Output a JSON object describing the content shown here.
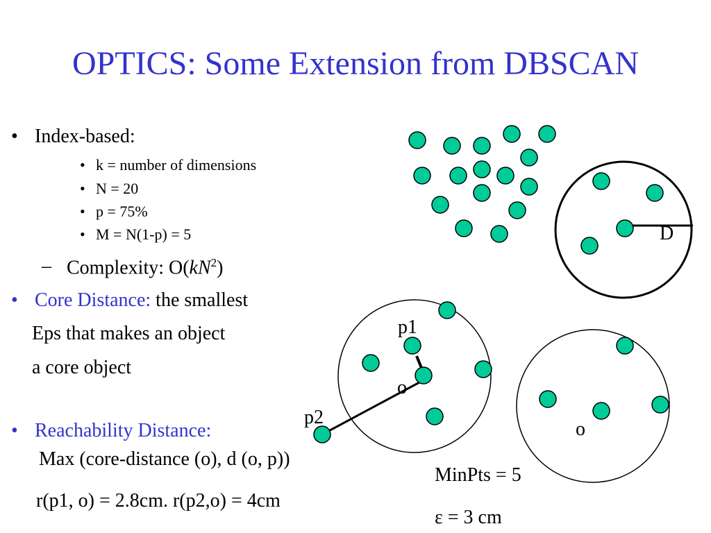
{
  "slide": {
    "title": "OPTICS: Some Extension from DBSCAN",
    "bullet1": "Index-based:",
    "sub": [
      "k = number of dimensions",
      "N = 20",
      "p = 75%",
      "M = N(1-p) = 5"
    ],
    "complexity_prefix": "Complexity:  O(",
    "complexity_k": "k",
    "complexity_n": "N",
    "complexity_exp": "2",
    "complexity_suffix": ")",
    "core_label": "Core Distance:",
    "core_text1": "the smallest",
    "core_text2": "Eps that makes an object",
    "core_text3": "a core object",
    "reach_label": "Reachability Distance:",
    "reach_formula": "Max (core-distance (o), d (o, p))",
    "reach_example": "r(p1, o) = 2.8cm.  r(p2,o) = 4cm",
    "bullet_char": "•",
    "dash_char": "–"
  },
  "diagram": {
    "label_D": "D",
    "label_p1": "p1",
    "label_o_left": "o",
    "label_p2": "p2",
    "label_o_right": "o",
    "minpts": "MinPts = 5",
    "eps": "ε  = 3 cm",
    "point_color": "#00cc99"
  }
}
